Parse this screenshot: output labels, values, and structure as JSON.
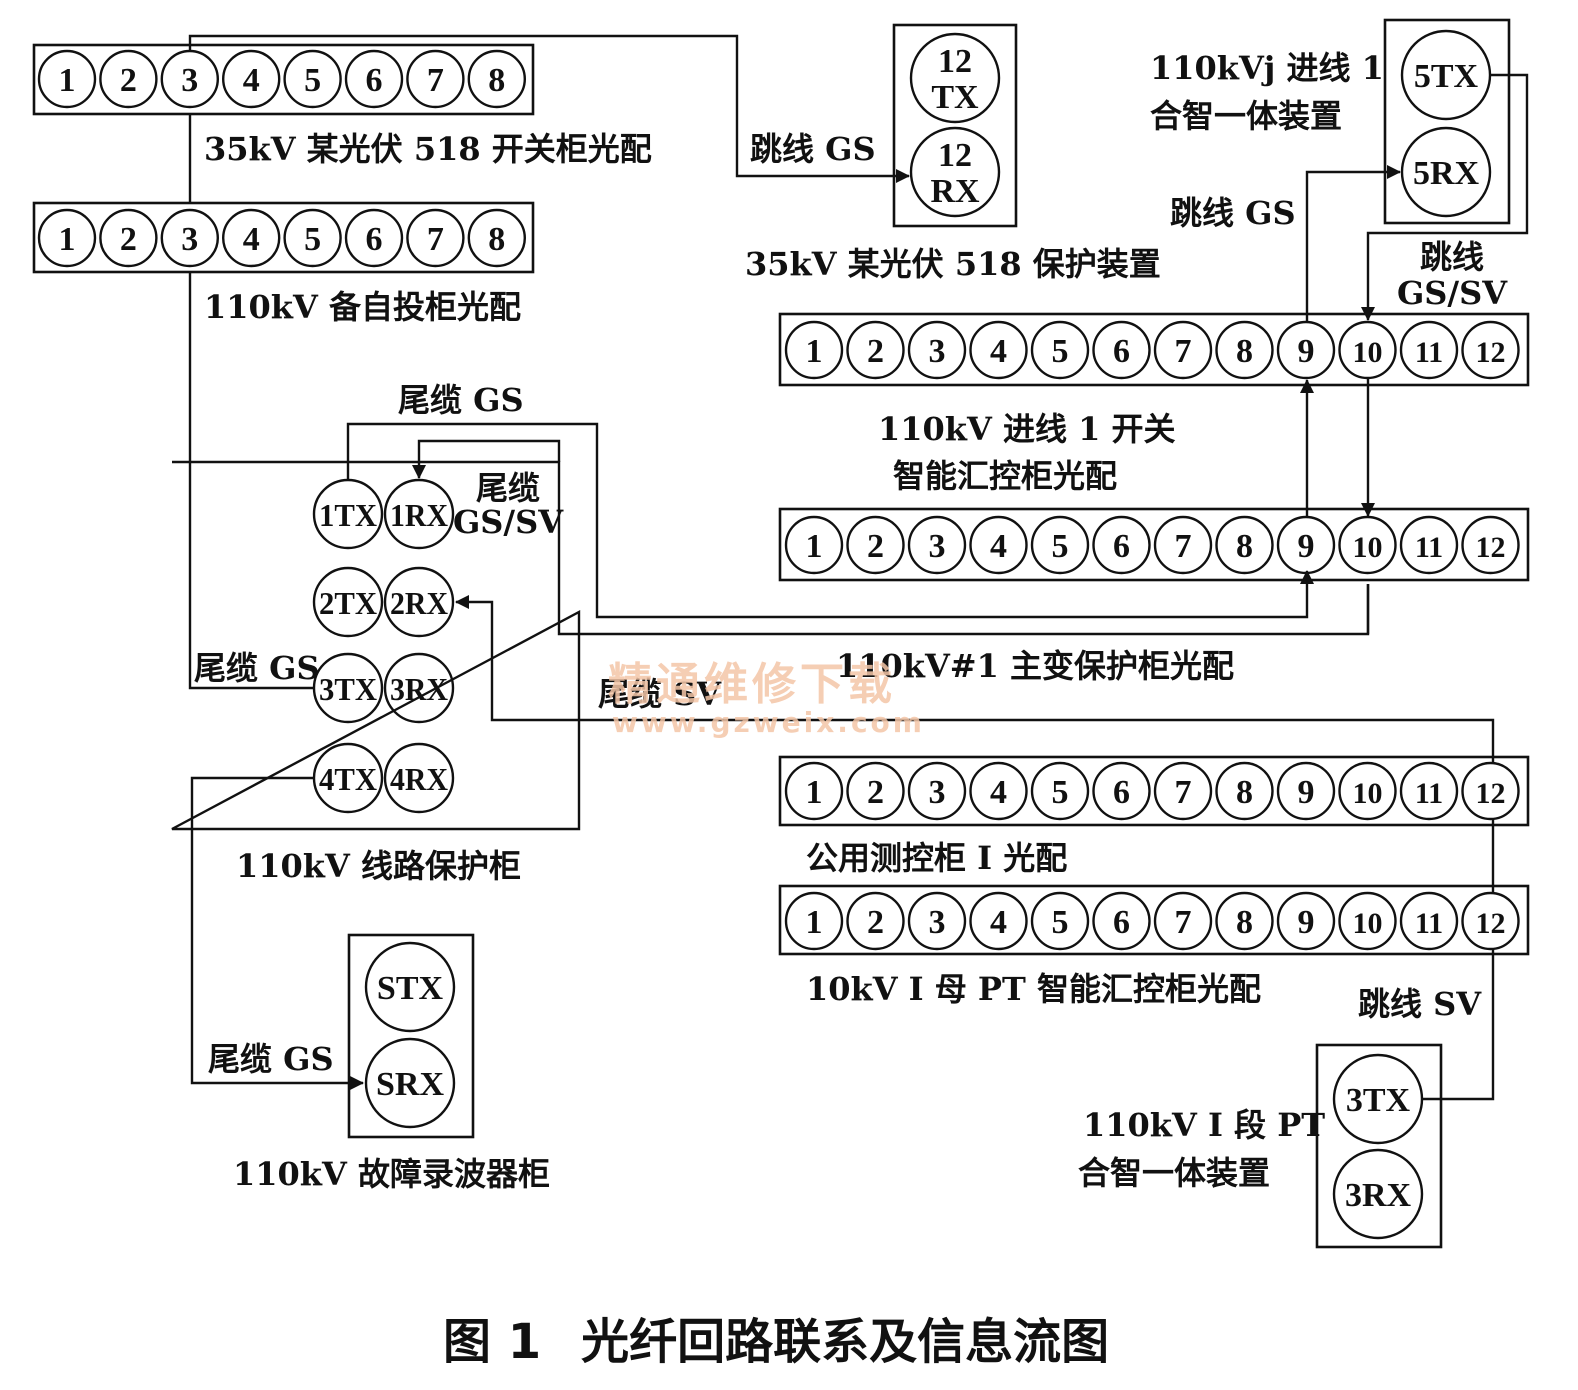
{
  "patch_panels": [
    {
      "id": "p35kv-switch",
      "label": "35kV 某光伏 518 开关柜光配",
      "ports": [
        "1",
        "2",
        "3",
        "4",
        "5",
        "6",
        "7",
        "8"
      ]
    },
    {
      "id": "p110kv-bzt",
      "label": "110kV 备自投柜光配",
      "ports": [
        "1",
        "2",
        "3",
        "4",
        "5",
        "6",
        "7",
        "8"
      ]
    },
    {
      "id": "p110kv-line1-a",
      "label_line1": "110kV 进线 1 开关",
      "label_line2": "智能汇控柜光配",
      "ports": [
        "1",
        "2",
        "3",
        "4",
        "5",
        "6",
        "7",
        "8",
        "9",
        "10",
        "11",
        "12"
      ]
    },
    {
      "id": "p110kv-line1-b",
      "label": "110kV#1 主变保护柜光配",
      "ports": [
        "1",
        "2",
        "3",
        "4",
        "5",
        "6",
        "7",
        "8",
        "9",
        "10",
        "11",
        "12"
      ]
    },
    {
      "id": "p-common",
      "label": "公用测控柜 I 光配",
      "ports": [
        "1",
        "2",
        "3",
        "4",
        "5",
        "6",
        "7",
        "8",
        "9",
        "10",
        "11",
        "12"
      ]
    },
    {
      "id": "p10kv-pt",
      "label": "10kV I 母 PT 智能汇控柜光配",
      "ports": [
        "1",
        "2",
        "3",
        "4",
        "5",
        "6",
        "7",
        "8",
        "9",
        "10",
        "11",
        "12"
      ]
    }
  ],
  "devices": {
    "prot_35kv": {
      "label": "35kV 某光伏 518 保护装置",
      "ports": [
        [
          "12",
          "TX"
        ],
        [
          "12",
          "RX"
        ]
      ]
    },
    "merge_line1": {
      "label_line1": "110kVj 进线 1",
      "label_line2": "合智一体装置",
      "ports": [
        "5TX",
        "5RX"
      ]
    },
    "line_prot": {
      "label": "110kV 线路保护柜",
      "ports": [
        "1TX",
        "1RX",
        "2TX",
        "2RX",
        "3TX",
        "3RX",
        "4TX",
        "4RX"
      ]
    },
    "fault_rec": {
      "label": "110kV 故障录波器柜",
      "ports": [
        "STX",
        "SRX"
      ]
    },
    "pt_merge": {
      "label_line1": "110kV I 段 PT",
      "label_line2": "合智一体装置",
      "ports": [
        "3TX",
        "3RX"
      ]
    }
  },
  "cable_labels": {
    "jumper_gs_top": "跳线 GS",
    "jumper_gs_right": "跳线 GS",
    "jumper_gssv_1": "跳线",
    "jumper_gssv_2": "GS/SV",
    "tail_gs_top": "尾缆 GS",
    "tail_gssv_1": "尾缆",
    "tail_gssv_2": "GS/SV",
    "tail_gs_left": "尾缆 GS",
    "tail_sv": "尾缆 SV",
    "tail_gs_bottom": "尾缆 GS",
    "jumper_sv": "跳线 SV"
  },
  "watermark": {
    "cn": "精通维修下载",
    "url": "www.gzweix.com"
  },
  "caption": {
    "number": "图 1",
    "title": "光纤回路联系及信息流图"
  },
  "colors": {
    "line": "#111111",
    "background": "#ffffff",
    "watermark": "#f4c6a8"
  }
}
